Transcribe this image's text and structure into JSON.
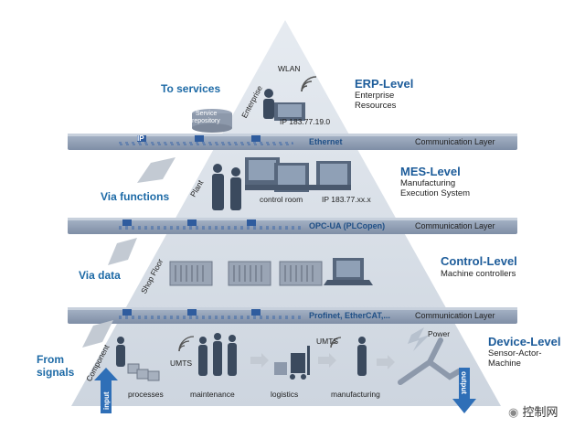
{
  "levels": {
    "erp": {
      "title": "ERP-Level",
      "lines": [
        "Enterprise",
        "Resources"
      ]
    },
    "mes": {
      "title": "MES-Level",
      "lines": [
        "Manufacturing",
        "Execution System"
      ]
    },
    "control": {
      "title": "Control-Level",
      "lines": [
        "Machine controllers"
      ]
    },
    "device": {
      "title": "Device-Level",
      "lines": [
        "Sensor-Actor-",
        "Machine"
      ]
    }
  },
  "bands": {
    "ethernet": {
      "protocol": "Ethernet",
      "label": "Communication Layer"
    },
    "opcua": {
      "protocol": "OPC-UA (PLCopen)",
      "label": "Communication Layer"
    },
    "profinet": {
      "protocol": "Profinet, EtherCAT,...",
      "label": "Communication Layer"
    }
  },
  "left": {
    "services": "To services",
    "functions": "Via functions",
    "data": "Via data",
    "signals": [
      "From",
      "signals"
    ]
  },
  "labels": {
    "wlan": "WLAN",
    "ip1": "IP 183.77.19.0",
    "ip2": "IP 183.77.xx.x",
    "service_repository": [
      "Service",
      "repository"
    ],
    "enterprise": "Enterprise",
    "plant": "Plant",
    "shop_floor": "Shop Floor",
    "component": "Component",
    "control_room": "control room",
    "umts_left": "UMTS",
    "umts_right": "UMTS",
    "power": "Power",
    "processes": "processes",
    "maintenance": "maintenance",
    "logistics": "logistics",
    "manufacturing": "manufacturing",
    "input": "input",
    "output": "output",
    "ip_tag": "IP"
  },
  "watermark": "控制网",
  "colors": {
    "pyramid": "#d6dde6",
    "band": "#8f9db3",
    "band_light": "#b8c4d4",
    "accent": "#1d5c9a",
    "arrow_blue": "#2f6fb7"
  }
}
